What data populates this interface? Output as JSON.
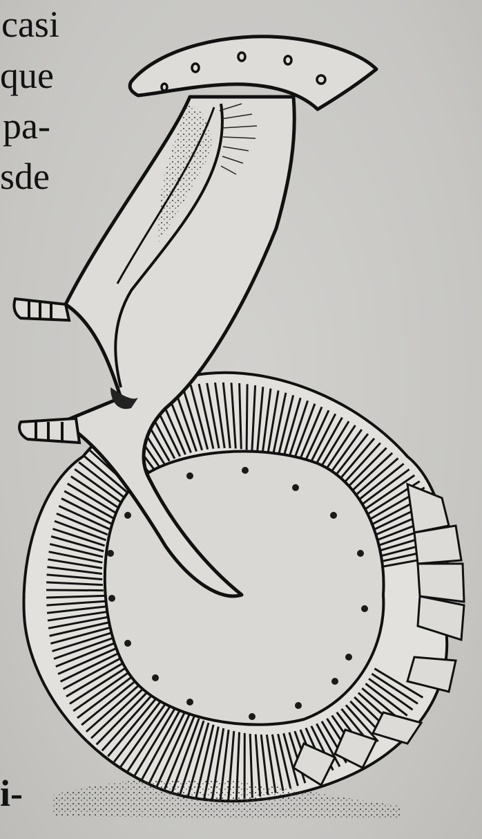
{
  "text_fragments": {
    "line1": "casi",
    "line2": "que",
    "line3": "pa-",
    "line4": "sde",
    "bottom": "i-"
  },
  "colors": {
    "paper": "#c9c8c5",
    "ink": "#121212"
  }
}
